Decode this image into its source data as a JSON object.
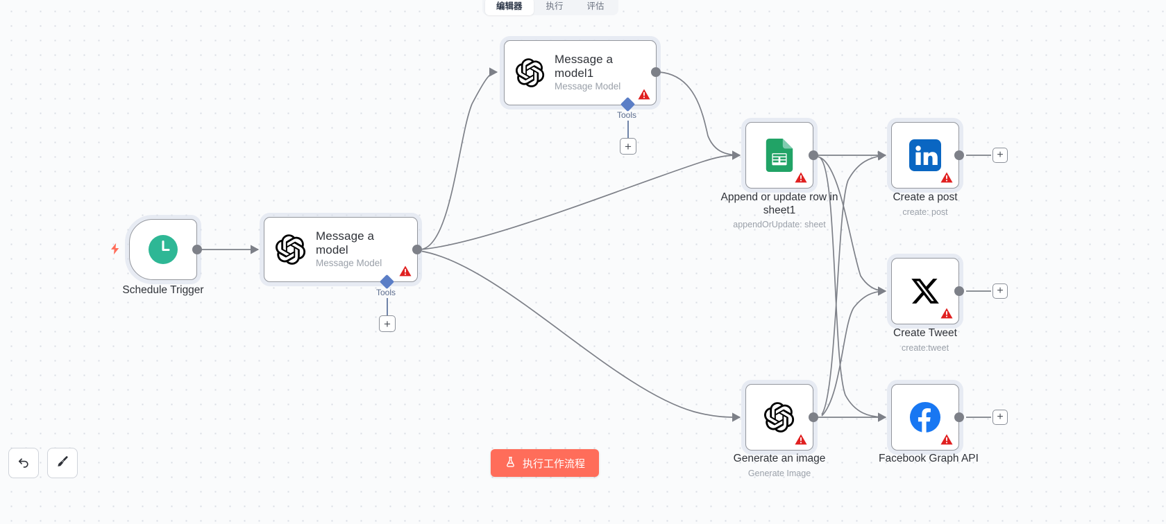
{
  "app": {
    "title": "n8n Workflow Editor",
    "canvas_background": "#fafbfc",
    "accent_color": "#ff6d5a"
  },
  "tabs": [
    {
      "label": "编辑器",
      "active": true
    },
    {
      "label": "执行",
      "active": false
    },
    {
      "label": "评估",
      "active": false
    }
  ],
  "nodes": [
    {
      "id": "schedule-trigger",
      "title": "Schedule Trigger",
      "subtitle": "",
      "icon": "clock-icon",
      "icon_color": "#2eb795",
      "type": "trigger",
      "has_warning": false
    },
    {
      "id": "message-a-model",
      "title": "Message a model",
      "subtitle": "Message Model",
      "icon": "openai-icon",
      "icon_color": "#000000",
      "type": "wide",
      "has_warning": true,
      "sub_connector": {
        "label": "Tools",
        "color": "#5b7ec6"
      }
    },
    {
      "id": "message-a-model1",
      "title": "Message a model1",
      "subtitle": "Message Model",
      "icon": "openai-icon",
      "icon_color": "#000000",
      "type": "wide",
      "has_warning": true,
      "sub_connector": {
        "label": "Tools",
        "color": "#5b7ec6"
      }
    },
    {
      "id": "append-or-update-row-in-sheet1",
      "title": "Append or update row in sheet1",
      "subtitle": "appendOrUpdate: sheet",
      "icon": "google-sheets-icon",
      "icon_color": "#34a853",
      "type": "square",
      "has_warning": true
    },
    {
      "id": "create-a-post",
      "title": "Create a post",
      "subtitle": "create: post",
      "icon": "linkedin-icon",
      "icon_color": "#0a66c2",
      "type": "square",
      "has_warning": true
    },
    {
      "id": "create-tweet",
      "title": "Create Tweet",
      "subtitle": "create:tweet",
      "icon": "x-twitter-icon",
      "icon_color": "#000000",
      "type": "square",
      "has_warning": true
    },
    {
      "id": "generate-an-image",
      "title": "Generate an image",
      "subtitle": "Generate Image",
      "icon": "openai-icon",
      "icon_color": "#000000",
      "type": "square",
      "has_warning": true
    },
    {
      "id": "facebook-graph-api",
      "title": "Facebook Graph API",
      "subtitle": "",
      "icon": "facebook-icon",
      "icon_color": "#1877f2",
      "type": "square",
      "has_warning": true
    }
  ],
  "add_buttons": {
    "plus_label": "+"
  },
  "toolbar": {
    "undo_icon": "undo-arrow-icon",
    "tidy_icon": "broom-icon"
  },
  "execute": {
    "label": "执行工作流程",
    "icon": "flask-icon"
  }
}
